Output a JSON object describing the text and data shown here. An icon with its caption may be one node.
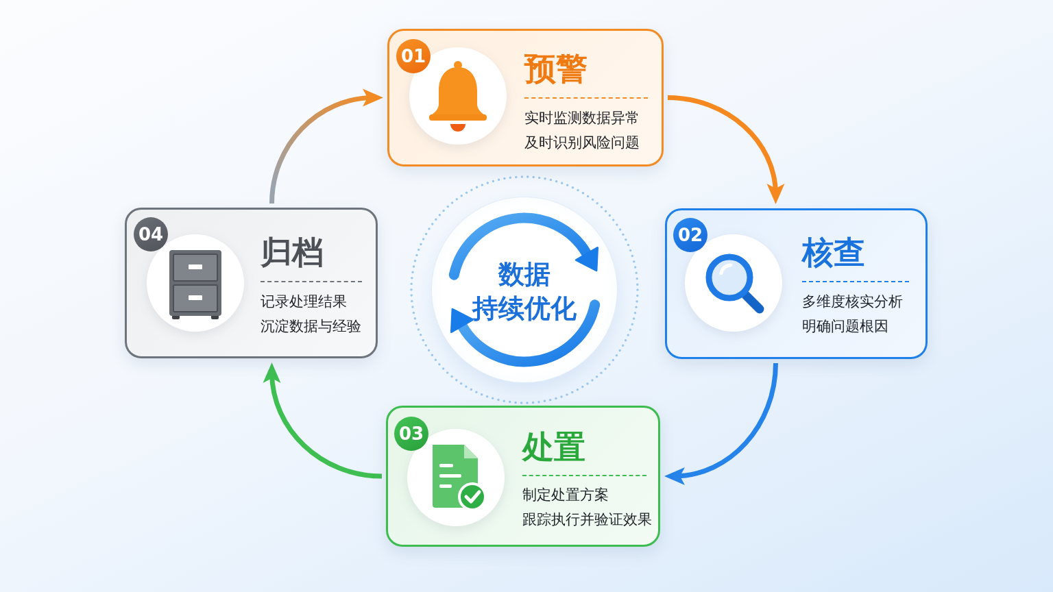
{
  "diagram": {
    "nodes": [
      {
        "text": [
          "预警",
          "实时监测数据异常",
          "及时识别风险问题"
        ]
      },
      {
        "text": [
          "01"
        ],
        "in": 0
      },
      {
        "text": [
          "核查",
          "多维度核实分析",
          "明确问题根因"
        ]
      },
      {
        "text": [
          "02"
        ],
        "in": 2
      },
      {
        "text": [
          "处置",
          "制定处置方案",
          "跟踪执行并验证效果"
        ]
      },
      {
        "text": [
          "03"
        ],
        "in": 4
      },
      {
        "text": [
          "归档",
          "记录处理结果",
          "沉淀数据与经验"
        ]
      },
      {
        "text": [
          "04"
        ],
        "in": 6
      },
      {
        "text": [
          "数据持续优化"
        ]
      }
    ],
    "edges": [
      {
        "from": 0,
        "to": 2,
        "arrow": "to",
        "color": "#f5891f"
      },
      {
        "from": 2,
        "to": 4,
        "arrow": "to",
        "color": "#2683ea"
      },
      {
        "from": 4,
        "to": 6,
        "arrow": "to",
        "color": "#3fbe52"
      },
      {
        "from": 6,
        "to": 0,
        "arrow": "to",
        "color": "#9ba3ac"
      }
    ]
  }
}
